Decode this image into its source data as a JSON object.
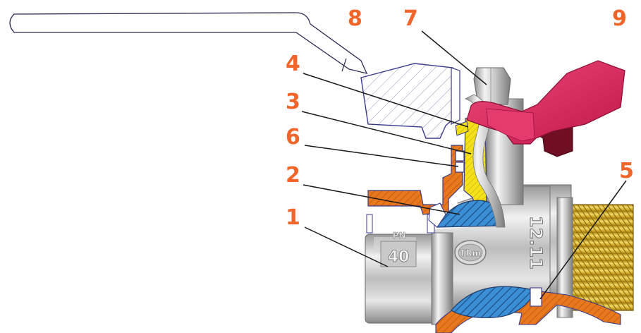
{
  "diagram": {
    "callouts": [
      {
        "id": "c1",
        "label": "1"
      },
      {
        "id": "c2",
        "label": "2"
      },
      {
        "id": "c3",
        "label": "3"
      },
      {
        "id": "c4",
        "label": "4"
      },
      {
        "id": "c5",
        "label": "5"
      },
      {
        "id": "c6",
        "label": "6"
      },
      {
        "id": "c7",
        "label": "7"
      },
      {
        "id": "c8",
        "label": "8"
      },
      {
        "id": "c9",
        "label": "9"
      }
    ],
    "body_markings": {
      "size": "40",
      "size_prefix": "PN",
      "logo": "TRm",
      "date_code": "12.11"
    },
    "colors": {
      "callout": "#f0662a",
      "section_orange": "#e8781e",
      "ball_blue": "#3a8fd6",
      "seal_yellow": "#f5e11a",
      "handle_red": "#d8235a",
      "thread_brass": "#d6b22a"
    }
  }
}
